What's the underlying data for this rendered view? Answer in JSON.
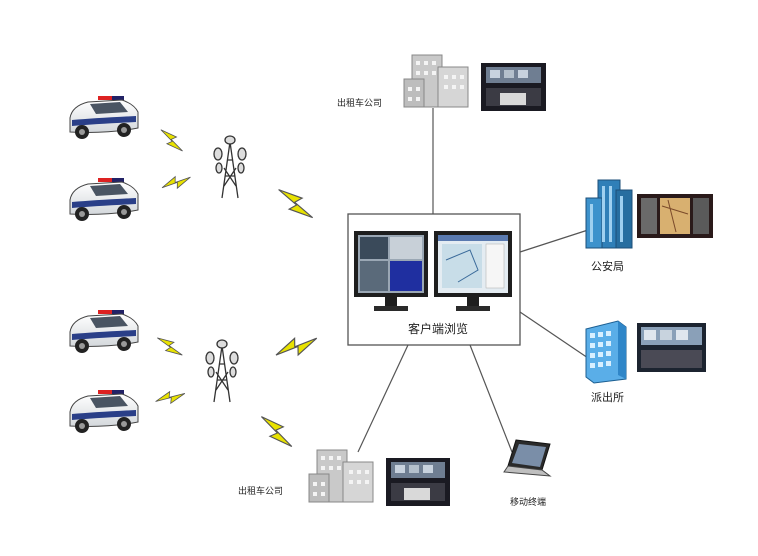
{
  "labels": {
    "taxi_company_top": "出租车公司",
    "taxi_company_bottom": "出租车公司",
    "client_browse": "客户端浏览",
    "police_bureau": "公安局",
    "police_station": "派出所",
    "mobile_terminal": "移动终端"
  },
  "colors": {
    "line": "#555555",
    "bolt": "#e8e200",
    "building_blue": "#2f7fb8",
    "building_gray": "#c9c9c9",
    "monitor": "#1e1e1e"
  }
}
